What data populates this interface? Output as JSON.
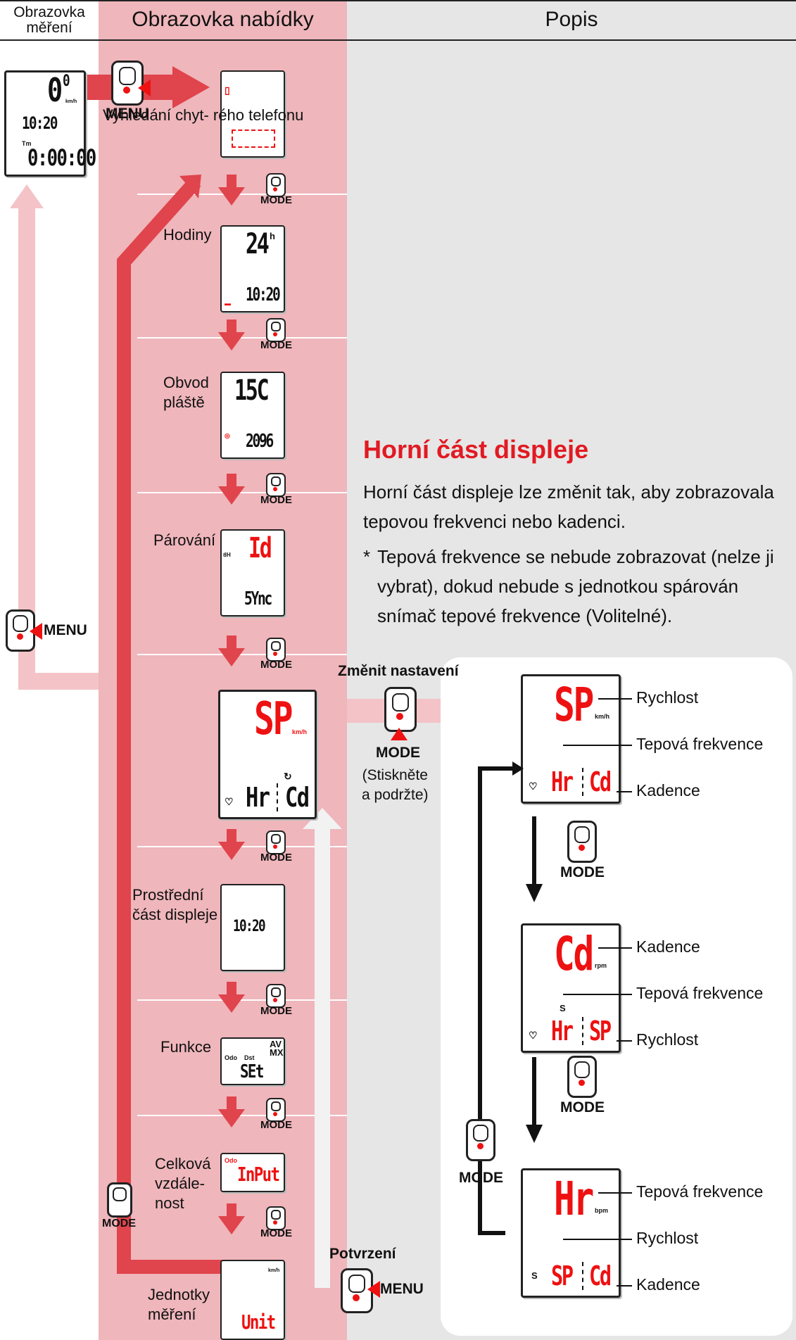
{
  "header": {
    "col_measure": "Obrazovka\nměření",
    "col_menu": "Obrazovka nabídky",
    "col_desc": "Popis"
  },
  "measure_screen": {
    "speed": "0",
    "speed_frac": "0",
    "speed_unit": "km/h",
    "clock": "10:20",
    "tm_label": "Tm",
    "timer": "0:00:00"
  },
  "menu_button": "MENU",
  "mode_button": "MODE",
  "menu_items": [
    {
      "label": "Vyhledání chyt-\rrého telefonu"
    },
    {
      "label": "Hodiny",
      "top": "24",
      "unit": "h",
      "bottom": "10:20"
    },
    {
      "label": "Obvod\npláště",
      "top": "15C",
      "bottom": "2096"
    },
    {
      "label": "Párování",
      "top": "Id",
      "bottom": "5Ync"
    },
    {
      "label": "",
      "top": "SP",
      "unit": "km/h",
      "bottom_left": "Hr",
      "bottom_right": "Cd"
    },
    {
      "label": "Prostřední\nčást displeje",
      "bottom": "10:20"
    },
    {
      "label": "Funkce",
      "top": "AV\nMX",
      "odo": "Odo",
      "dst": "Dst",
      "bottom": "SEt"
    },
    {
      "label": "Celková\nvzdále-\nnost",
      "odo": "Odo",
      "bottom": "InPut"
    },
    {
      "label": "Jednotky\nměření",
      "unit": "km/h",
      "bottom": "Unit"
    }
  ],
  "description": {
    "title": "Horní část displeje",
    "body": "Horní část displeje lze změnit tak, aby zobrazovala tepovou frekvenci nebo kadenci.",
    "note_star": "*",
    "note": "Tepová frekvence se nebude zobrazovat (nelze ji vybrat), dokud nebude s jednotkou spárován snímač tepové frekvence (Volitelné)."
  },
  "change_setting": {
    "label": "Změnit nastavení",
    "mode": "MODE",
    "hint": "(Stiskněte\na podržte)"
  },
  "confirm": {
    "label": "Potvrzení",
    "menu": "MENU"
  },
  "displays": [
    {
      "top": "SP",
      "unit": "km/h",
      "bottom_left": "Hr",
      "bottom_right": "Cd",
      "ann_top": "Rychlost",
      "ann_mid": "Tepová frekvence",
      "ann_bot": "Kadence"
    },
    {
      "top": "Cd",
      "unit": "rpm",
      "bottom_left": "Hr",
      "bottom_right": "SP",
      "s": "S",
      "ann_top": "Kadence",
      "ann_mid": "Tepová frekvence",
      "ann_bot": "Rychlost"
    },
    {
      "top": "Hr",
      "unit": "bpm",
      "bottom_left": "SP",
      "bottom_right": "Cd",
      "s": "S",
      "ann_top": "Tepová frekvence",
      "ann_mid": "Rychlost",
      "ann_bot": "Kadence"
    }
  ],
  "colors": {
    "accent_red": "#e11a22",
    "pink_bg": "#efb6bb",
    "gray_bg": "#e6e6e6",
    "arrow_pink": "#f4c3c7"
  }
}
